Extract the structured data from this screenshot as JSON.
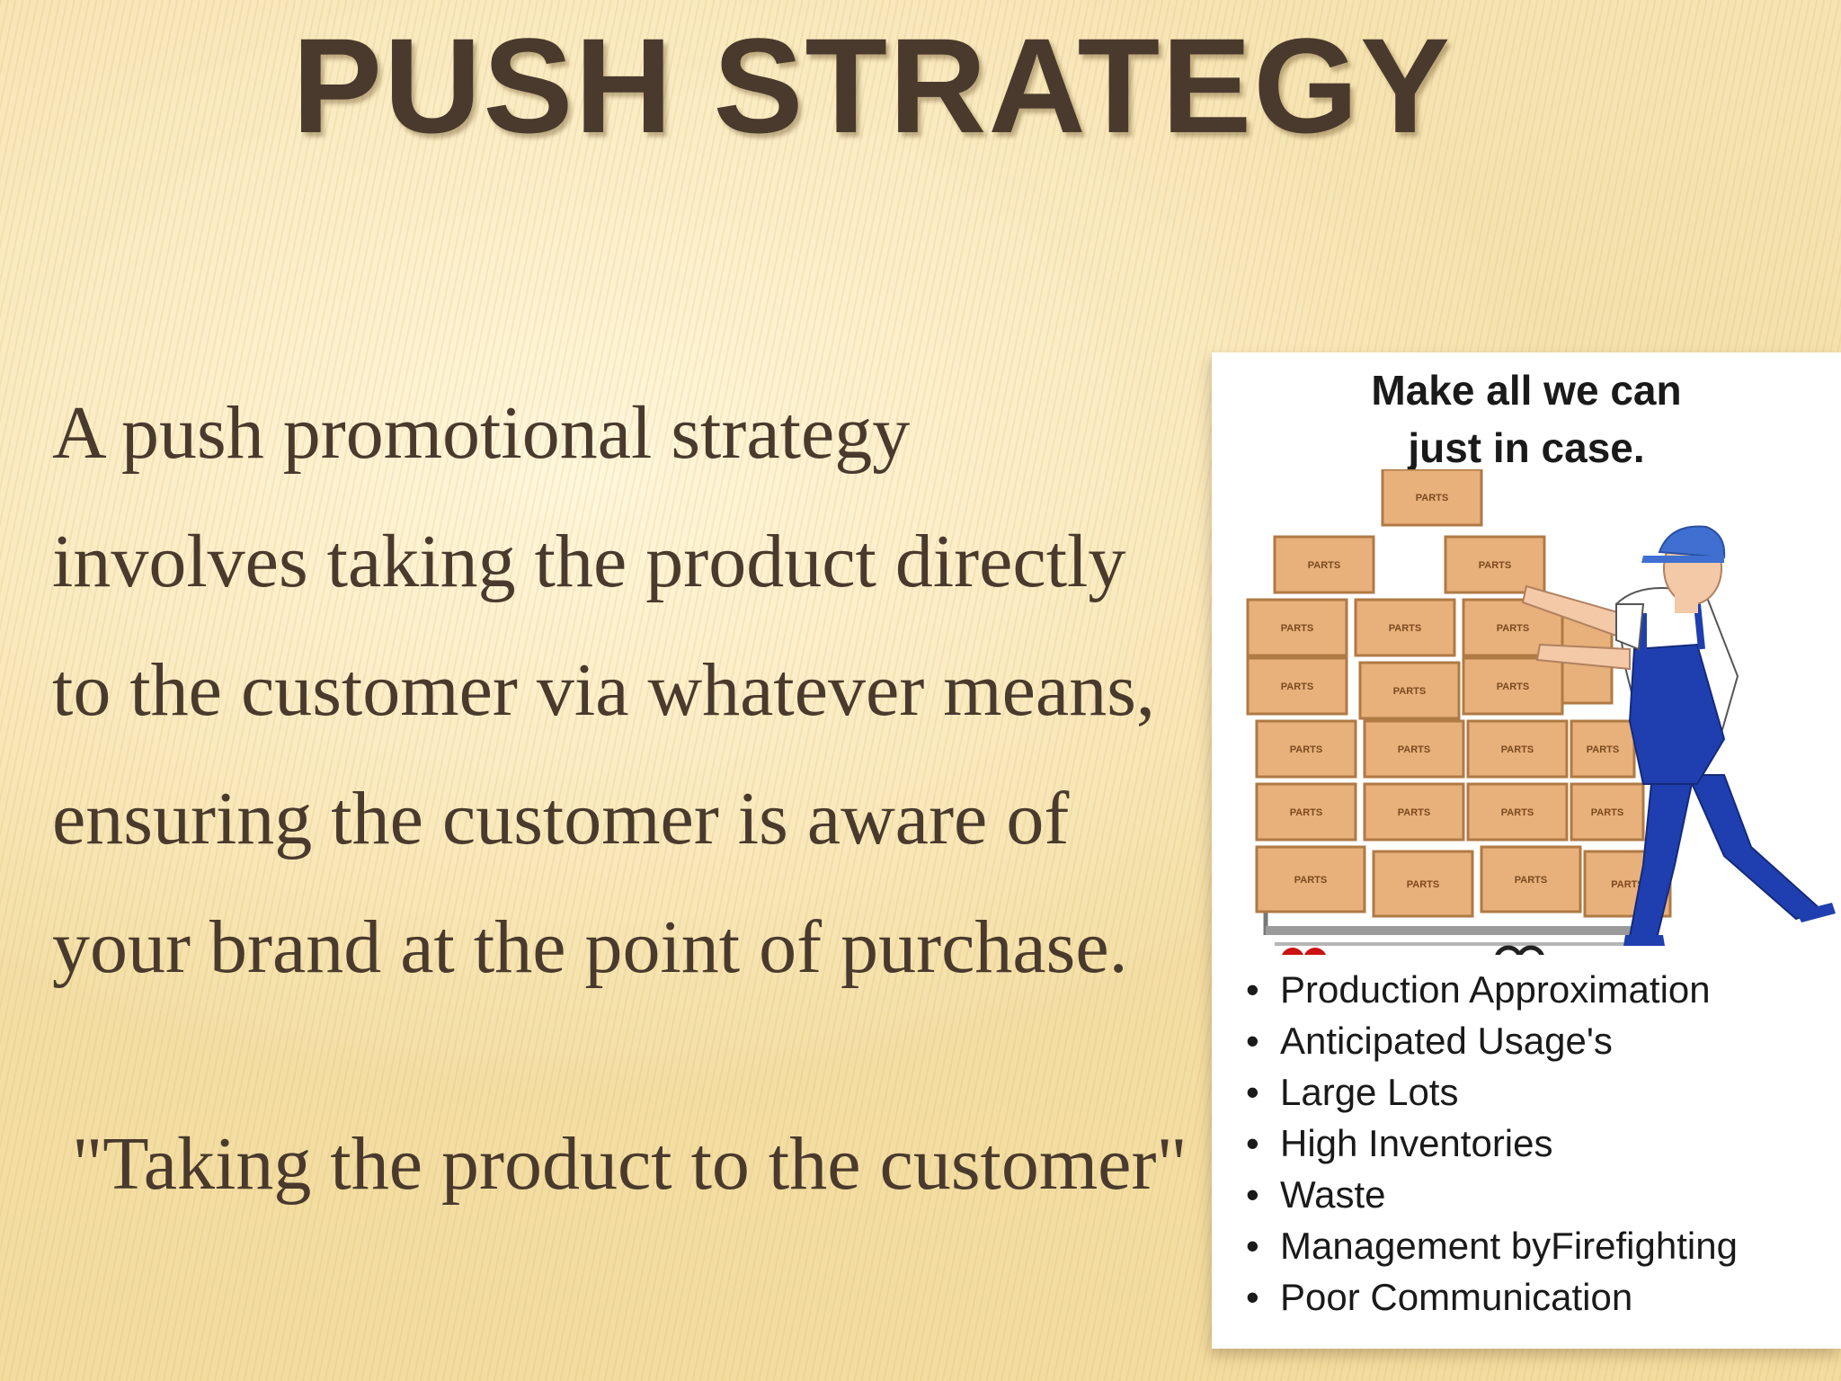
{
  "slide": {
    "title": "PUSH STRATEGY",
    "body_lines": [
      "A push promotional strategy",
      "involves taking the product directly",
      "to the customer via whatever means,",
      "ensuring the customer is aware of",
      "your brand at the point of purchase."
    ],
    "quote": "\"Taking the product to the customer\""
  },
  "illustration": {
    "heading_lines": [
      "Make all we can",
      "just in case."
    ],
    "box_label": "PARTS",
    "bullets": [
      "Production Approximation",
      "Anticipated Usage's",
      "Large Lots",
      "High Inventories",
      "Waste",
      "Management byFirefighting",
      "Poor Communication"
    ]
  },
  "colors": {
    "text": "#4a3a2d",
    "background": "#f8ebc4",
    "box_fill": "#e8b07a",
    "overalls": "#1f3fb0",
    "cap": "#3f6fd0",
    "wheels": "#cc1111"
  }
}
